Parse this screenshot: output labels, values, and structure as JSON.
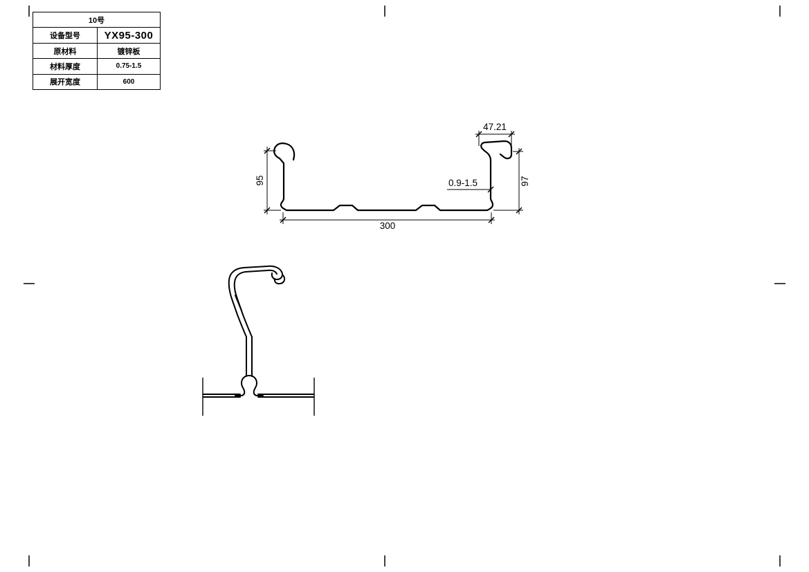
{
  "spec_table": {
    "header": "10号",
    "rows": [
      {
        "label": "设备型号",
        "value": "YX95-300"
      },
      {
        "label": "原材料",
        "value": "镀锌板"
      },
      {
        "label": "材料厚度",
        "value": "0.75-1.5"
      },
      {
        "label": "展开宽度",
        "value": "600"
      }
    ]
  },
  "section_drawing": {
    "dims": {
      "top_width": "47.21",
      "left_height": "95",
      "right_height": "97",
      "thickness": "0.9-1.5",
      "bottom_width": "300"
    }
  }
}
